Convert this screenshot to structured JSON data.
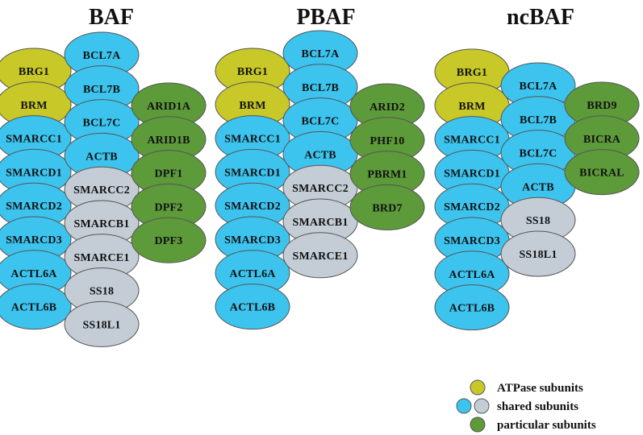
{
  "colors": {
    "atpase": "#c8c828",
    "shared_blue": "#3cc4ef",
    "shared_gray": "#c4cdd6",
    "particular": "#5d9a3a",
    "outline": "#555555"
  },
  "complexes": [
    {
      "title": "BAF",
      "subunits": [
        {
          "label": "BRG1",
          "type": "atpase"
        },
        {
          "label": "BRM",
          "type": "atpase"
        },
        {
          "label": "SMARCC1",
          "type": "shared_blue"
        },
        {
          "label": "SMARCD1",
          "type": "shared_blue"
        },
        {
          "label": "SMARCD2",
          "type": "shared_blue"
        },
        {
          "label": "SMARCD3",
          "type": "shared_blue"
        },
        {
          "label": "ACTL6A",
          "type": "shared_blue"
        },
        {
          "label": "ACTL6B",
          "type": "shared_blue"
        },
        {
          "label": "BCL7A",
          "type": "shared_blue"
        },
        {
          "label": "BCL7B",
          "type": "shared_blue"
        },
        {
          "label": "BCL7C",
          "type": "shared_blue"
        },
        {
          "label": "ACTB",
          "type": "shared_blue"
        },
        {
          "label": "SMARCC2",
          "type": "shared_gray"
        },
        {
          "label": "SMARCB1",
          "type": "shared_gray"
        },
        {
          "label": "SMARCE1",
          "type": "shared_gray"
        },
        {
          "label": "SS18",
          "type": "shared_gray"
        },
        {
          "label": "SS18L1",
          "type": "shared_gray"
        },
        {
          "label": "ARID1A",
          "type": "particular"
        },
        {
          "label": "ARID1B",
          "type": "particular"
        },
        {
          "label": "DPF1",
          "type": "particular"
        },
        {
          "label": "DPF2",
          "type": "particular"
        },
        {
          "label": "DPF3",
          "type": "particular"
        }
      ]
    },
    {
      "title": "PBAF",
      "subunits": [
        {
          "label": "BRG1",
          "type": "atpase"
        },
        {
          "label": "BRM",
          "type": "atpase"
        },
        {
          "label": "SMARCC1",
          "type": "shared_blue"
        },
        {
          "label": "SMARCD1",
          "type": "shared_blue"
        },
        {
          "label": "SMARCD2",
          "type": "shared_blue"
        },
        {
          "label": "SMARCD3",
          "type": "shared_blue"
        },
        {
          "label": "ACTL6A",
          "type": "shared_blue"
        },
        {
          "label": "ACTL6B",
          "type": "shared_blue"
        },
        {
          "label": "BCL7A",
          "type": "shared_blue"
        },
        {
          "label": "BCL7B",
          "type": "shared_blue"
        },
        {
          "label": "BCL7C",
          "type": "shared_blue"
        },
        {
          "label": "ACTB",
          "type": "shared_blue"
        },
        {
          "label": "SMARCC2",
          "type": "shared_gray"
        },
        {
          "label": "SMARCB1",
          "type": "shared_gray"
        },
        {
          "label": "SMARCE1",
          "type": "shared_gray"
        },
        {
          "label": "ARID2",
          "type": "particular"
        },
        {
          "label": "PHF10",
          "type": "particular"
        },
        {
          "label": "PBRM1",
          "type": "particular"
        },
        {
          "label": "BRD7",
          "type": "particular"
        }
      ]
    },
    {
      "title": "ncBAF",
      "subunits": [
        {
          "label": "BRG1",
          "type": "atpase"
        },
        {
          "label": "BRM",
          "type": "atpase"
        },
        {
          "label": "SMARCC1",
          "type": "shared_blue"
        },
        {
          "label": "SMARCD1",
          "type": "shared_blue"
        },
        {
          "label": "SMARCD2",
          "type": "shared_blue"
        },
        {
          "label": "SMARCD3",
          "type": "shared_blue"
        },
        {
          "label": "ACTL6A",
          "type": "shared_blue"
        },
        {
          "label": "ACTL6B",
          "type": "shared_blue"
        },
        {
          "label": "BCL7A",
          "type": "shared_blue"
        },
        {
          "label": "BCL7B",
          "type": "shared_blue"
        },
        {
          "label": "BCL7C",
          "type": "shared_blue"
        },
        {
          "label": "ACTB",
          "type": "shared_blue"
        },
        {
          "label": "SS18",
          "type": "shared_gray"
        },
        {
          "label": "SS18L1",
          "type": "shared_gray"
        },
        {
          "label": "BRD9",
          "type": "particular"
        },
        {
          "label": "BICRA",
          "type": "particular"
        },
        {
          "label": "BICRAL",
          "type": "particular"
        }
      ]
    }
  ],
  "legend": {
    "atpase_label": "ATPase subunits",
    "shared_label": "shared subunits",
    "particular_label": "particular subunits"
  }
}
